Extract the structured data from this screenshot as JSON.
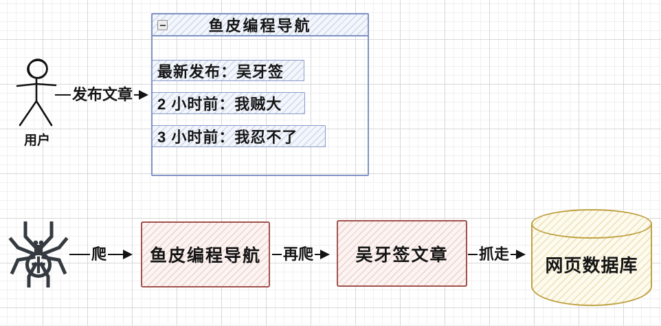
{
  "diagram": {
    "top_flow": {
      "actor": {
        "label": "用户"
      },
      "publish_arrow": {
        "label": "发布文章"
      },
      "panel": {
        "title": "鱼皮编程导航",
        "items": [
          {
            "text": "最新发布：吴牙签"
          },
          {
            "text": "2 小时前：我贼大"
          },
          {
            "text": "3 小时前：我忍不了"
          }
        ]
      }
    },
    "crawl_flow": {
      "crawler_icon": "spider-icon",
      "crawl_arrow": {
        "label": "爬"
      },
      "site_node": {
        "label": "鱼皮编程导航"
      },
      "crawl_again_arrow": {
        "label": "再爬"
      },
      "article_node": {
        "label": "吴牙签文章"
      },
      "grab_arrow": {
        "label": "抓走"
      },
      "database_node": {
        "label": "网页数据库"
      }
    },
    "colors": {
      "blue_accent": "#7d91c3",
      "red_accent": "#a0504b",
      "gold_accent": "#bfa140",
      "ink": "#141414"
    }
  }
}
